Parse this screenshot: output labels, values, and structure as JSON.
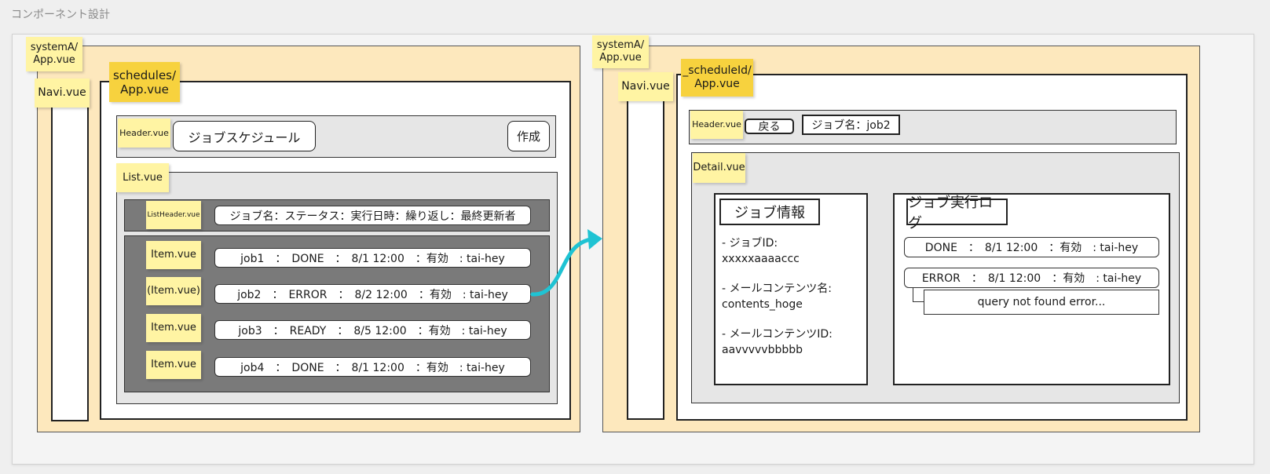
{
  "page_title": "コンポーネント設計",
  "left": {
    "app_label": "systemA/\nApp.vue",
    "navi_label": "Navi.vue",
    "schedules_label": "schedules/\nApp.vue",
    "header_label": "Header.vue",
    "header_title": "ジョブスケジュール",
    "create_button": "作成",
    "list_label": "List.vue",
    "list_header_label": "ListHeader.vue",
    "list_header_text": "ジョブ名：ステータス：実行日時：繰り返し：最終更新者",
    "items": [
      {
        "label": "Item.vue",
        "text": "job1　：　DONE　：　8/1 12:00　：有効　: tai-hey"
      },
      {
        "label": "(Item.vue)",
        "text": "job2　：　ERROR　：　8/2 12:00　：有効　: tai-hey"
      },
      {
        "label": "Item.vue",
        "text": "job3　：　READY　：　8/5 12:00　：有効　: tai-hey"
      },
      {
        "label": "Item.vue",
        "text": "job4　：　DONE　：　8/1 12:00　：有効　: tai-hey"
      }
    ]
  },
  "right": {
    "app_label": "systemA/\nApp.vue",
    "navi_label": "Navi.vue",
    "schedule_label": "_scheduleId/\nApp.vue",
    "header_label": "Header.vue",
    "back_button": "戻る",
    "job_name": "ジョブ名：job2",
    "detail_label": "Detail.vue",
    "info_title": "ジョブ情報",
    "info_lines": [
      "- ジョブID:",
      "xxxxxaaaaccc",
      "",
      "- メールコンテンツ名:",
      "contents_hoge",
      "",
      "- メールコンテンツID:",
      "aavvvvvbbbbb"
    ],
    "log_title": "ジョブ実行ログ",
    "log_rows": [
      "DONE　：　8/1 12:00　：有効　: tai-hey",
      "ERROR　：　8/1 12:00　：有効　: tai-hey"
    ],
    "log_error": "query not found error..."
  },
  "colors": {
    "app_bg": "#fde8bd",
    "sticky_yellow": "#fff4a3",
    "sticky_gold": "#f7d23e",
    "item_area": "#7a7a7a",
    "arrow": "#1fc3d3"
  }
}
